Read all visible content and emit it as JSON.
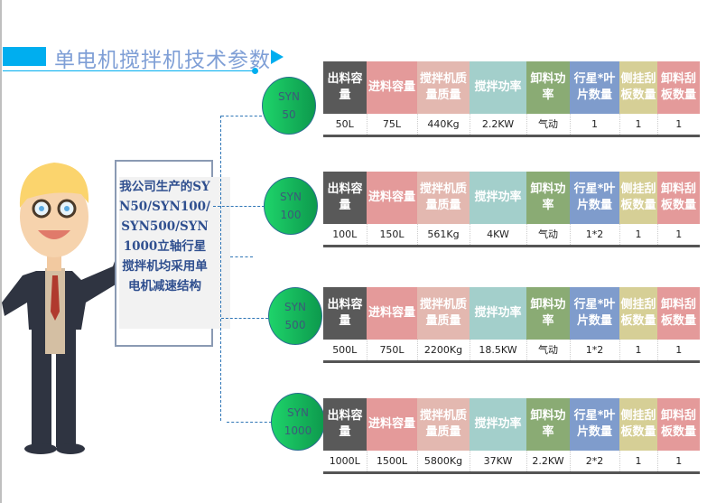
{
  "title": "单电机搅拌机技术参数",
  "description": "我公司生产的SYN50/SYN100/SYN500/SYN1000立轴行星搅拌机均采用单电机减速结构",
  "colors": {
    "accent": "#00aeef",
    "col": [
      "#595959",
      "#e49a9a",
      "#e3b8b0",
      "#a3cfcb",
      "#8aab74",
      "#7f9ccc",
      "#d6cf96",
      "#e49a9a"
    ]
  },
  "headers": [
    "出料容量",
    "进料容量",
    "搅拌机质量质量",
    "搅拌功率",
    "卸料功率",
    "行星*叶片数量",
    "侧挂刮板数量",
    "卸料刮板数量"
  ],
  "models": [
    {
      "name": "SYN",
      "size": "50",
      "values": [
        "50L",
        "75L",
        "440Kg",
        "2.2KW",
        "气动",
        "1",
        "1",
        "1"
      ]
    },
    {
      "name": "SYN",
      "size": "100",
      "values": [
        "100L",
        "150L",
        "561Kg",
        "4KW",
        "气动",
        "1*2",
        "1",
        "1"
      ]
    },
    {
      "name": "SYN",
      "size": "500",
      "values": [
        "500L",
        "750L",
        "2200Kg",
        "18.5KW",
        "气动",
        "1*2",
        "1",
        "1"
      ]
    },
    {
      "name": "SYN",
      "size": "1000",
      "values": [
        "1000L",
        "1500L",
        "5800Kg",
        "37KW",
        "2.2KW",
        "2*2",
        "1",
        "1"
      ]
    }
  ]
}
